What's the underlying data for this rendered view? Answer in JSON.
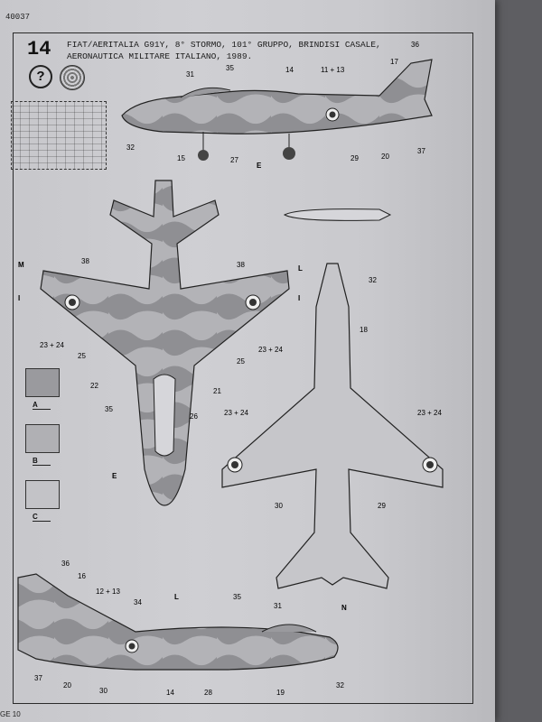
{
  "document": {
    "code": "40037",
    "step_number": "14",
    "title_line1": "FIAT/AERITALIA G91Y, 8° STORMO, 101° GRUPPO, BRINDISI CASALE,",
    "title_line2": "AERONAUTICA MILITARE ITALIANO, 1989.",
    "help_symbol": "?",
    "page_label": "GE 10"
  },
  "colors": {
    "A": "#9a9a9e",
    "B": "#b0b0b4",
    "C": "#c3c3c7"
  },
  "swatches": [
    {
      "label": "A"
    },
    {
      "label": "B"
    },
    {
      "label": "C"
    }
  ],
  "views": {
    "top_side": {
      "callouts": [
        "31",
        "35",
        "14",
        "11 + 13",
        "36",
        "17",
        "32",
        "15",
        "27",
        "E",
        "29",
        "20",
        "37"
      ]
    },
    "plan_top": {
      "callouts": [
        "M",
        "38",
        "I",
        "23 + 24",
        "25",
        "22",
        "35",
        "E",
        "38",
        "L",
        "I",
        "23 + 24",
        "25",
        "21",
        "26"
      ]
    },
    "plan_bottom": {
      "callouts": [
        "32",
        "18",
        "23 + 24",
        "23 + 24",
        "30",
        "29",
        "N"
      ]
    },
    "bottom_side": {
      "callouts": [
        "36",
        "16",
        "12 + 13",
        "34",
        "L",
        "35",
        "31",
        "37",
        "20",
        "30",
        "14",
        "28",
        "19",
        "32"
      ]
    }
  }
}
